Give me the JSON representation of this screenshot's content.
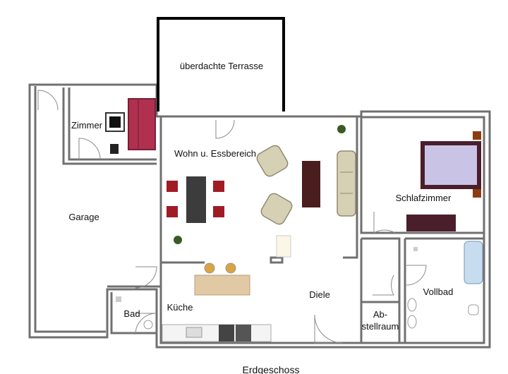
{
  "title": "Erdgeschoss",
  "rooms": {
    "terrasse": "überdachte Terrasse",
    "zimmer": "Zimmer",
    "wohn": "Wohn u. Essbereich",
    "garage": "Garage",
    "schlafzimmer": "Schlafzimmer",
    "bad": "Bad",
    "kueche": "Küche",
    "diele": "Diele",
    "abstell_1": "Ab-",
    "abstell_2": "stellraum",
    "vollbad": "Vollbad"
  },
  "colors": {
    "wall": "#6e6e6e",
    "accent_sofa": "#b03050",
    "dark_furniture": "#4a1e1e",
    "bed_sheet": "#c9c3e6",
    "chair_red": "#a01c24",
    "table_dark": "#3c3c3c",
    "wood": "#e0c9a4"
  },
  "icons": [
    "door-swing-icon",
    "plant-icon",
    "armchair-icon",
    "sofa-icon",
    "bed-icon",
    "bathtub-icon",
    "toilet-icon",
    "sink-icon",
    "stove-icon"
  ]
}
